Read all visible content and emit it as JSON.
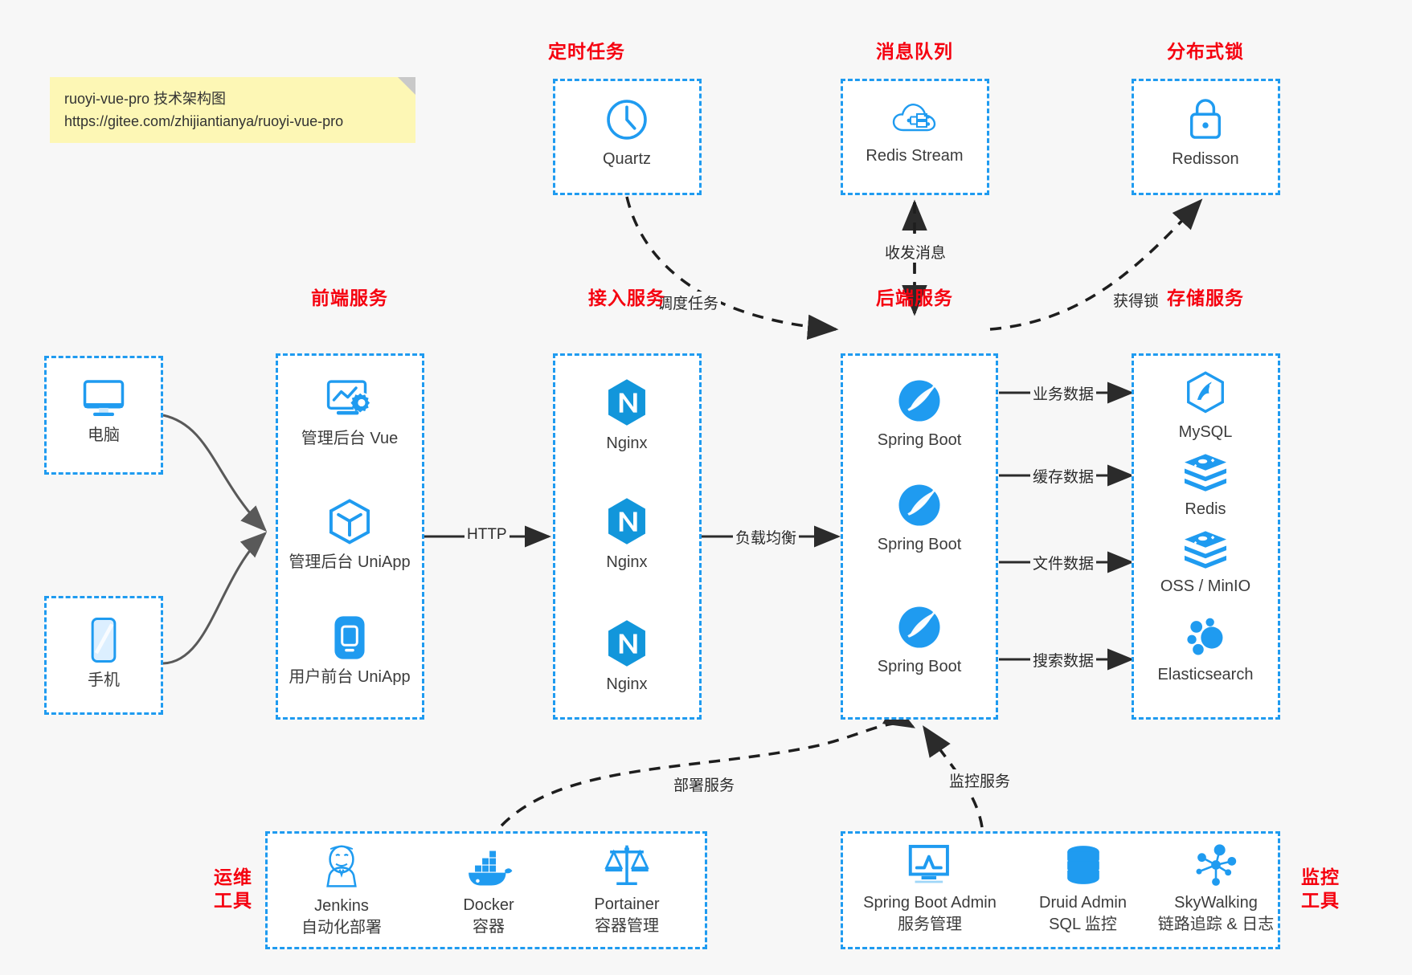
{
  "note": {
    "line1": "ruoyi-vue-pro 技术架构图",
    "line2": "https://gitee.com/zhijiantianya/ruoyi-vue-pro"
  },
  "groups": {
    "scheduler": {
      "title": "定时任务"
    },
    "mq": {
      "title": "消息队列"
    },
    "lock": {
      "title": "分布式锁"
    },
    "frontend": {
      "title": "前端服务"
    },
    "gateway": {
      "title": "接入服务"
    },
    "backend": {
      "title": "后端服务"
    },
    "storage": {
      "title": "存储服务"
    },
    "devops": {
      "title": "运维\n工具",
      "line1": "运维",
      "line2": "工具"
    },
    "monitor": {
      "title": "监控\n工具",
      "line1": "监控",
      "line2": "工具"
    }
  },
  "nodes": {
    "quartz": {
      "label": "Quartz",
      "icon": "clock-icon"
    },
    "redis_stream": {
      "label": "Redis Stream",
      "icon": "cloud-stream-icon"
    },
    "redisson": {
      "label": "Redisson",
      "icon": "lock-icon"
    },
    "pc": {
      "label": "电脑",
      "icon": "desktop-icon"
    },
    "mobile": {
      "label": "手机",
      "icon": "phone-icon"
    },
    "admin_vue": {
      "label": "管理后台 Vue",
      "icon": "monitor-gear-icon"
    },
    "admin_uniapp": {
      "label": "管理后台 UniApp",
      "icon": "cube-icon"
    },
    "user_uniapp": {
      "label": "用户前台 UniApp",
      "icon": "mobile-app-icon"
    },
    "nginx1": {
      "label": "Nginx",
      "icon": "nginx-icon"
    },
    "nginx2": {
      "label": "Nginx",
      "icon": "nginx-icon"
    },
    "nginx3": {
      "label": "Nginx",
      "icon": "nginx-icon"
    },
    "boot1": {
      "label": "Spring Boot",
      "icon": "spring-boot-icon"
    },
    "boot2": {
      "label": "Spring Boot",
      "icon": "spring-boot-icon"
    },
    "boot3": {
      "label": "Spring Boot",
      "icon": "spring-boot-icon"
    },
    "mysql": {
      "label": "MySQL",
      "icon": "mysql-icon"
    },
    "redis": {
      "label": "Redis",
      "icon": "redis-icon"
    },
    "oss": {
      "label": "OSS / MinIO",
      "icon": "redis-icon"
    },
    "es": {
      "label": "Elasticsearch",
      "icon": "elasticsearch-icon"
    },
    "jenkins": {
      "label": "Jenkins",
      "sub": "自动化部署",
      "icon": "jenkins-icon"
    },
    "docker": {
      "label": "Docker",
      "sub": "容器",
      "icon": "docker-icon"
    },
    "portainer": {
      "label": "Portainer",
      "sub": "容器管理",
      "icon": "scales-icon"
    },
    "sba": {
      "label": "Spring Boot Admin",
      "sub": "服务管理",
      "icon": "monitor-chart-icon"
    },
    "druid": {
      "label": "Druid Admin",
      "sub": "SQL 监控",
      "icon": "database-icon"
    },
    "skywalking": {
      "label": "SkyWalking",
      "sub": "链路追踪 & 日志",
      "icon": "skywalking-icon"
    }
  },
  "edges": [
    {
      "id": "http",
      "label": "HTTP"
    },
    {
      "id": "lb",
      "label": "负载均衡"
    },
    {
      "id": "schedule",
      "label": "调度任务"
    },
    {
      "id": "mq_msg",
      "label": "收发消息"
    },
    {
      "id": "get_lock",
      "label": "获得锁"
    },
    {
      "id": "biz_data",
      "label": "业务数据"
    },
    {
      "id": "cache_data",
      "label": "缓存数据"
    },
    {
      "id": "file_data",
      "label": "文件数据"
    },
    {
      "id": "search_data",
      "label": "搜索数据"
    },
    {
      "id": "deploy",
      "label": "部署服务"
    },
    {
      "id": "monitoring",
      "label": "监控服务"
    }
  ],
  "colors": {
    "accent_blue": "#1f9bf0",
    "title_red": "#f5000f",
    "arrow_dark": "#2b2b2b",
    "connector_gray": "#595959",
    "note_yellow": "#fdf7b5",
    "background": "#f7f7f7"
  }
}
